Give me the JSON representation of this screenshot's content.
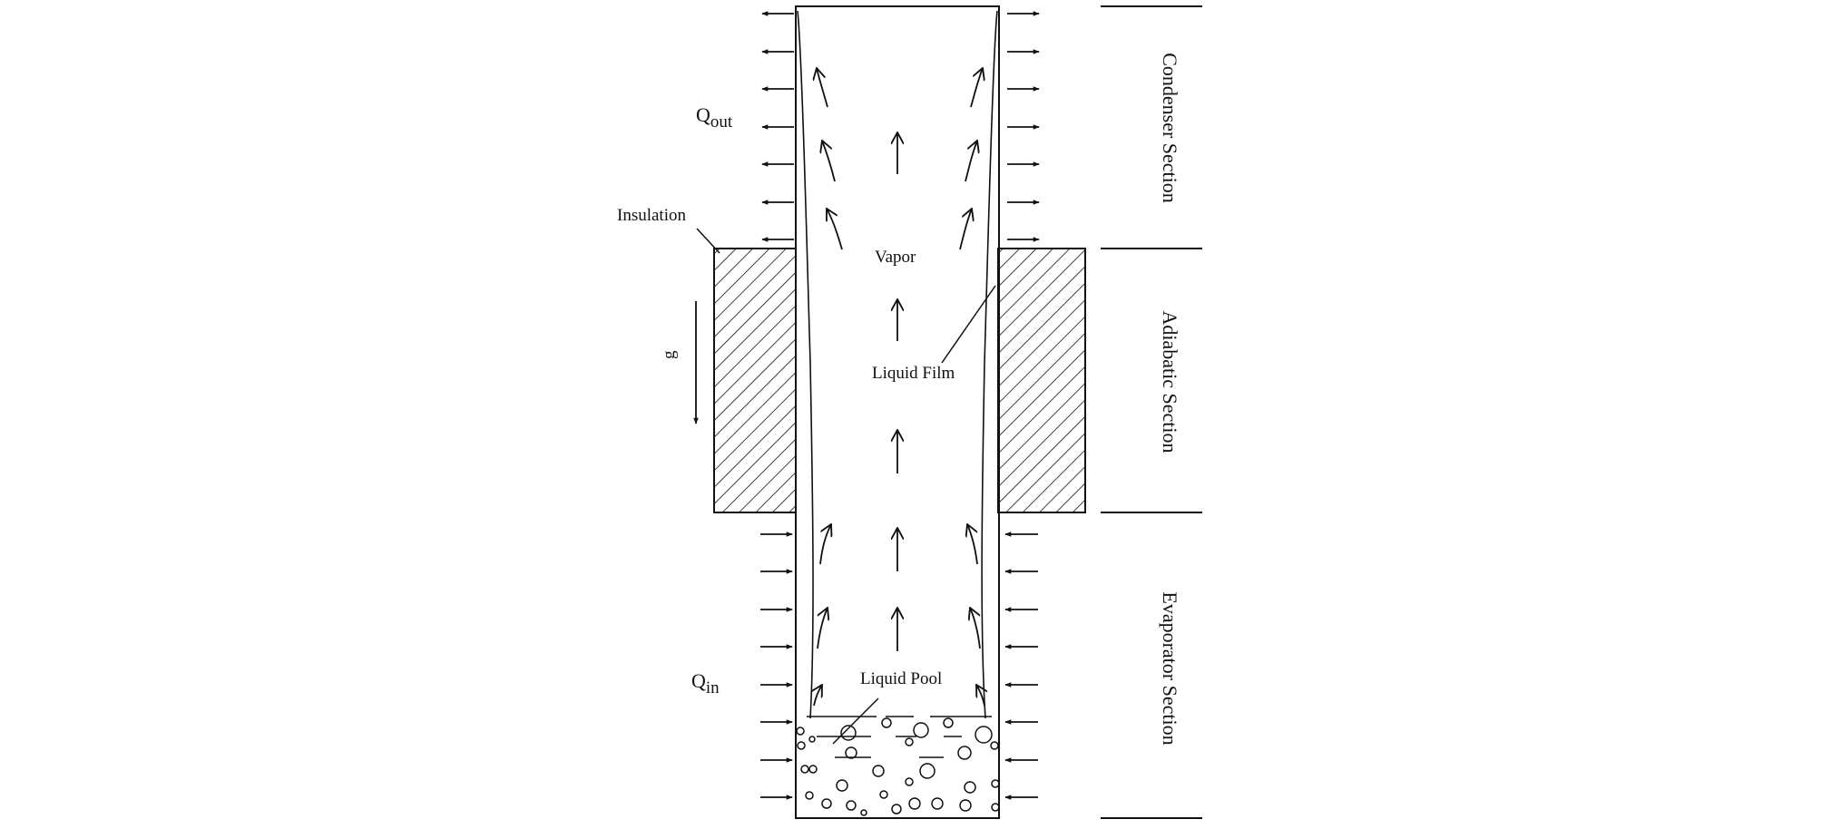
{
  "labels": {
    "q_out": "Q",
    "q_out_sub": "out",
    "q_in": "Q",
    "q_in_sub": "in",
    "insulation": "Insulation",
    "gravity": "g",
    "vapor": "Vapor",
    "liquid_film": "Liquid Film",
    "liquid_pool": "Liquid Pool"
  },
  "sections": {
    "condenser": "Condenser Section",
    "adiabatic": "Adiabatic Section",
    "evaporator": "Evaporator Section"
  },
  "colors": {
    "line": "#111111",
    "background": "#ffffff"
  }
}
